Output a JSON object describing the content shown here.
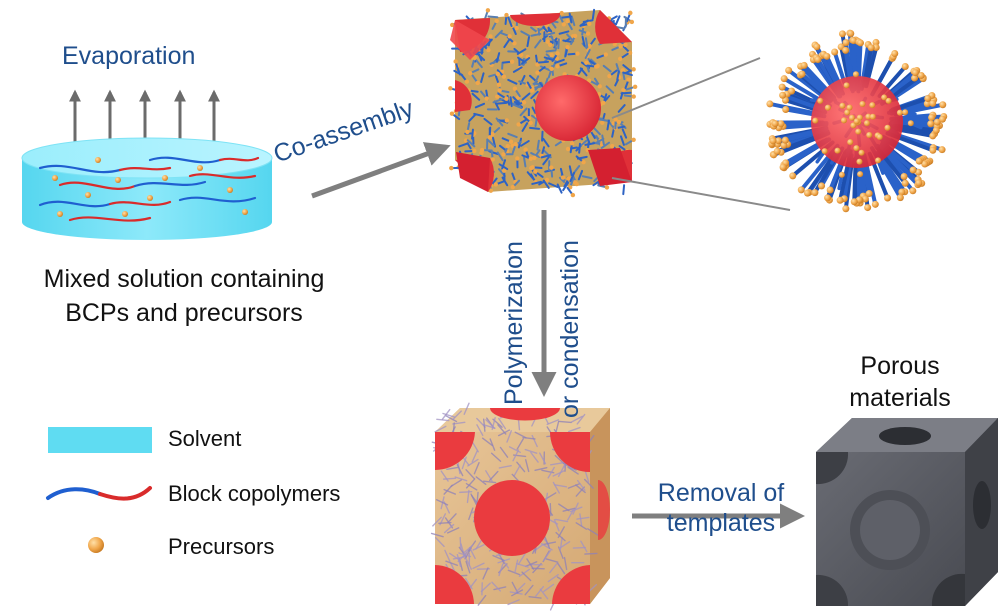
{
  "labels": {
    "evaporation": "Evaporation",
    "co_assembly": "Co-assembly",
    "mixed_line1": "Mixed solution containing",
    "mixed_line2": "BCPs and precursors",
    "polymerization": "Polymerization",
    "or_condensation": "or condensation",
    "removal_line1": "Removal of",
    "removal_line2": "templates",
    "porous_line1": "Porous",
    "porous_line2": "materials"
  },
  "legend": [
    {
      "label": "Solvent",
      "icon": "solvent-swatch-icon",
      "color": "#5fdcf2"
    },
    {
      "label": "Block copolymers",
      "icon": "copolymer-chain-icon",
      "colors": [
        "#1f5fd0",
        "#d92b2b"
      ]
    },
    {
      "label": "Precursors",
      "icon": "precursor-sphere-icon",
      "color": "#f0a64a"
    }
  ],
  "colors": {
    "accent_text": "#1f4e8c",
    "arrow": "#7f7f7f",
    "solvent": "#5fdcf2",
    "core": "#e8343a",
    "corona": "#2a62c9",
    "precursor": "#f0a64a",
    "porous": "#5a5c63"
  }
}
